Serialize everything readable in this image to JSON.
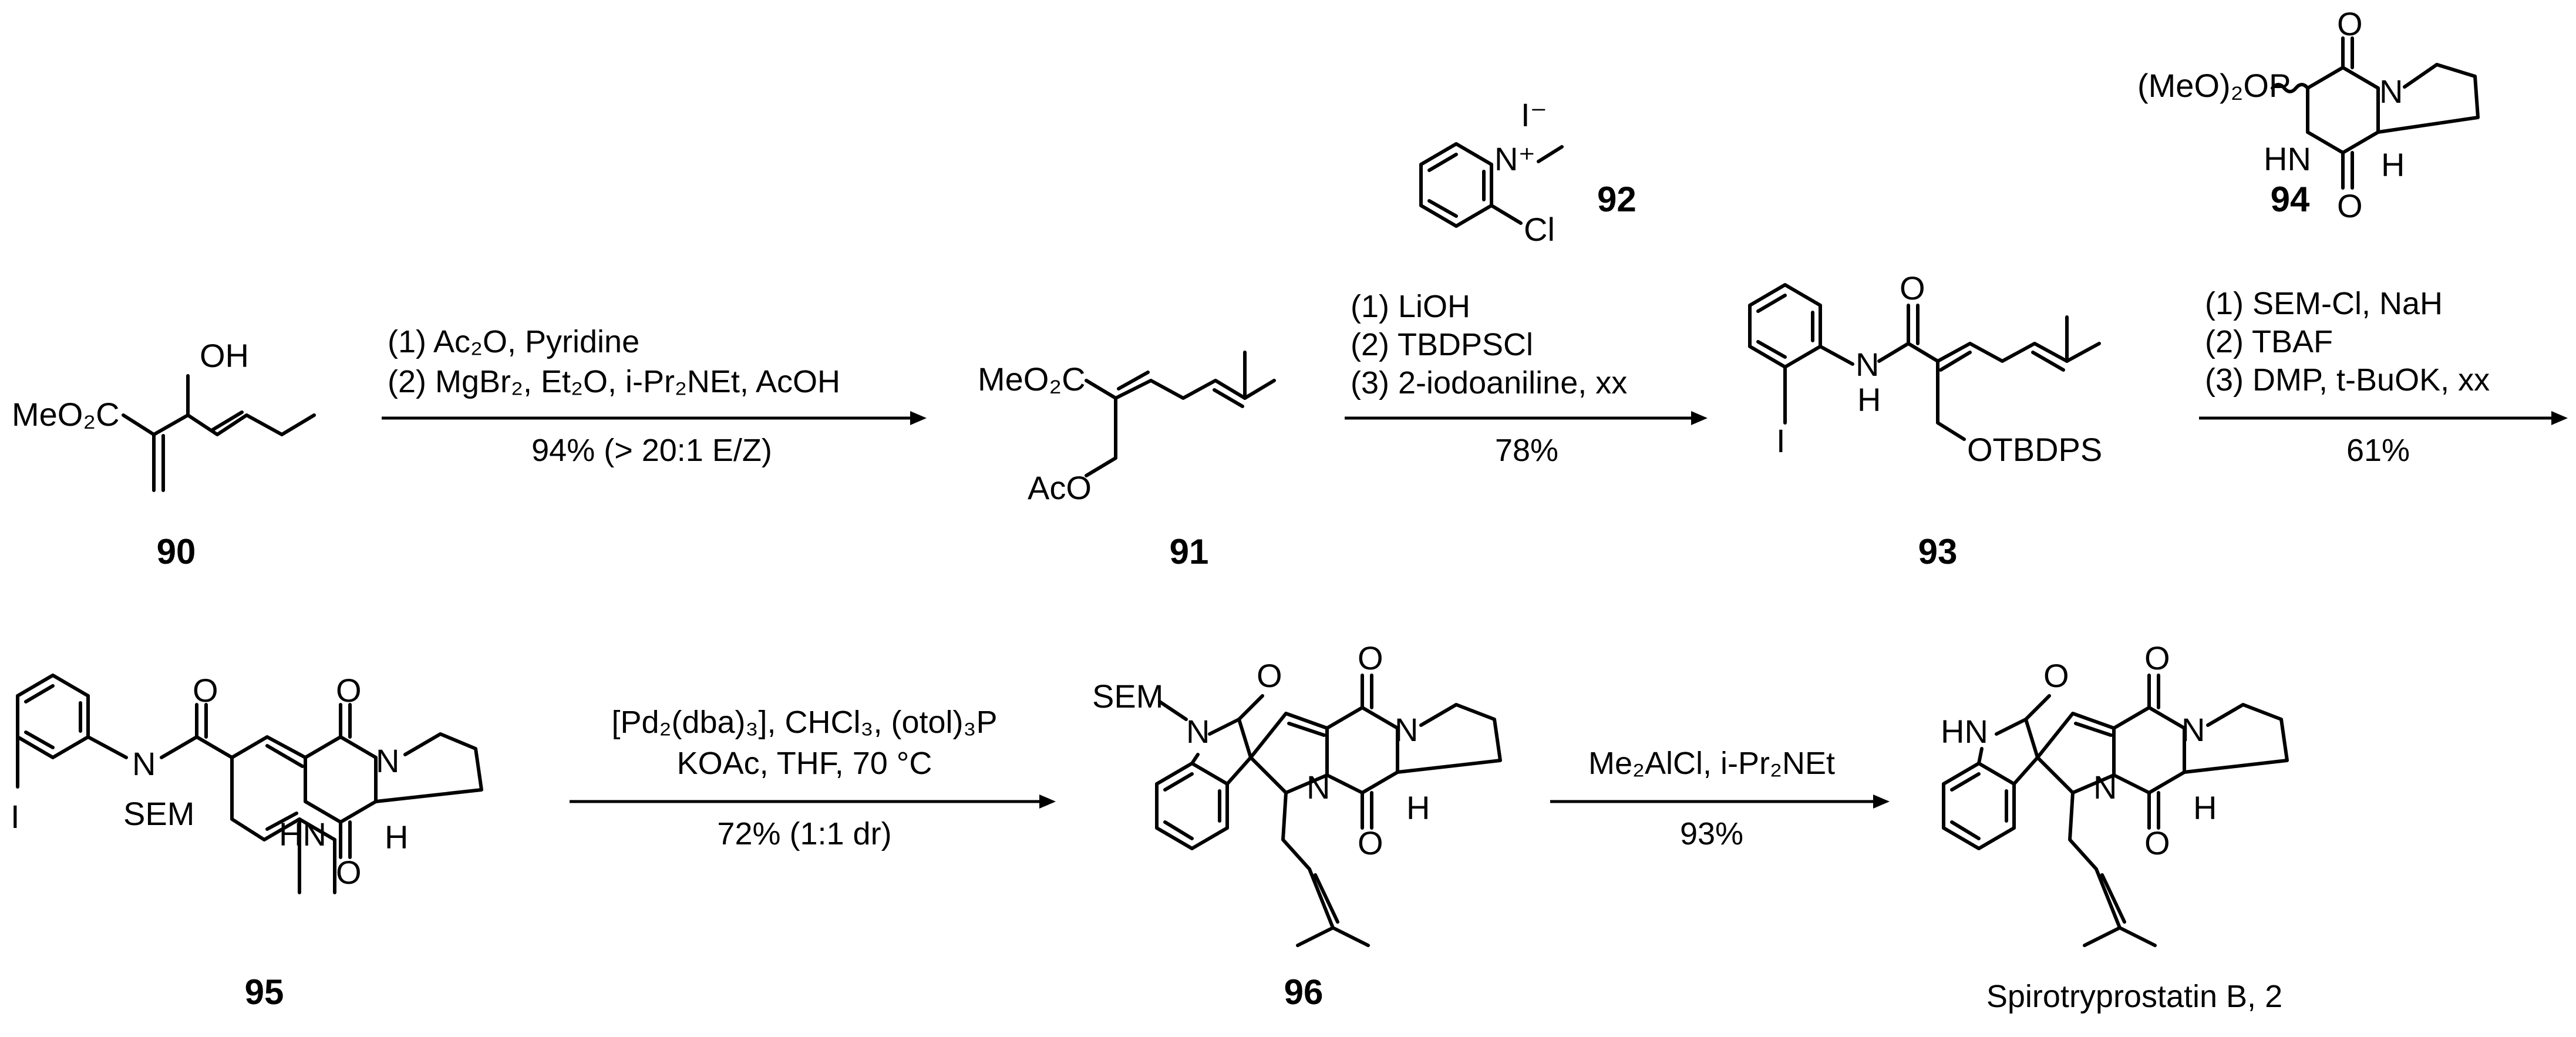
{
  "scheme": {
    "step1": {
      "line1": "(1) Ac₂O, Pyridine",
      "line2": "(2) MgBr₂, Et₂O, i-Pr₂NEt, AcOH",
      "yield": "94% (> 20:1 E/Z)"
    },
    "step2": {
      "line1": "(1) LiOH",
      "line2": "(2) TBDPSCl",
      "line3": "(3) 2-iodoaniline, xx",
      "yield": "78%"
    },
    "step3": {
      "line1": "(1) SEM-Cl, NaH",
      "line2": "(2) TBAF",
      "line3": "(3) DMP, t-BuOK, xx",
      "yield": "61%"
    },
    "step4": {
      "line1": "[Pd₂(dba)₃], CHCl₃, (otol)₃P",
      "line2": "KOAc, THF, 70 °C",
      "yield": "72% (1:1 dr)"
    },
    "step5": {
      "line1": "Me₂AlCl, i-Pr₂NEt",
      "yield": "93%"
    }
  },
  "compounds": {
    "c90": {
      "label": "90",
      "atoms": {
        "ester": "MeO₂C",
        "oh": "OH"
      }
    },
    "c91": {
      "label": "91",
      "atoms": {
        "ester": "MeO₂C",
        "oac": "AcO"
      }
    },
    "c92": {
      "label": "92",
      "atoms": {
        "iodide": "I⁻",
        "n": "N⁺",
        "cl": "Cl"
      }
    },
    "c93": {
      "label": "93",
      "atoms": {
        "i": "I",
        "nh": "N",
        "h": "H",
        "o": "O",
        "otbdps": "OTBDPS"
      }
    },
    "c94": {
      "label": "94",
      "atoms": {
        "phos": "(MeO)₂OP",
        "o1": "O",
        "n": "N",
        "hn": "HN",
        "o2": "O",
        "h": "H"
      }
    },
    "c95": {
      "label": "95",
      "atoms": {
        "i": "I",
        "n": "N",
        "sem": "SEM",
        "o1": "O",
        "o2": "O",
        "n2": "N",
        "hn": "HN",
        "o3": "O",
        "h": "H"
      }
    },
    "c96": {
      "label": "96",
      "atoms": {
        "sem": "SEM",
        "n1": "N",
        "o1": "O",
        "o2": "O",
        "n2": "N",
        "n3": "N",
        "o3": "O",
        "h": "H"
      }
    },
    "c2": {
      "label": "Spirotryprostatin B, 2",
      "atoms": {
        "hn": "HN",
        "o1": "O",
        "o2": "O",
        "n2": "N",
        "n3": "N",
        "o3": "O",
        "h": "H"
      }
    }
  }
}
